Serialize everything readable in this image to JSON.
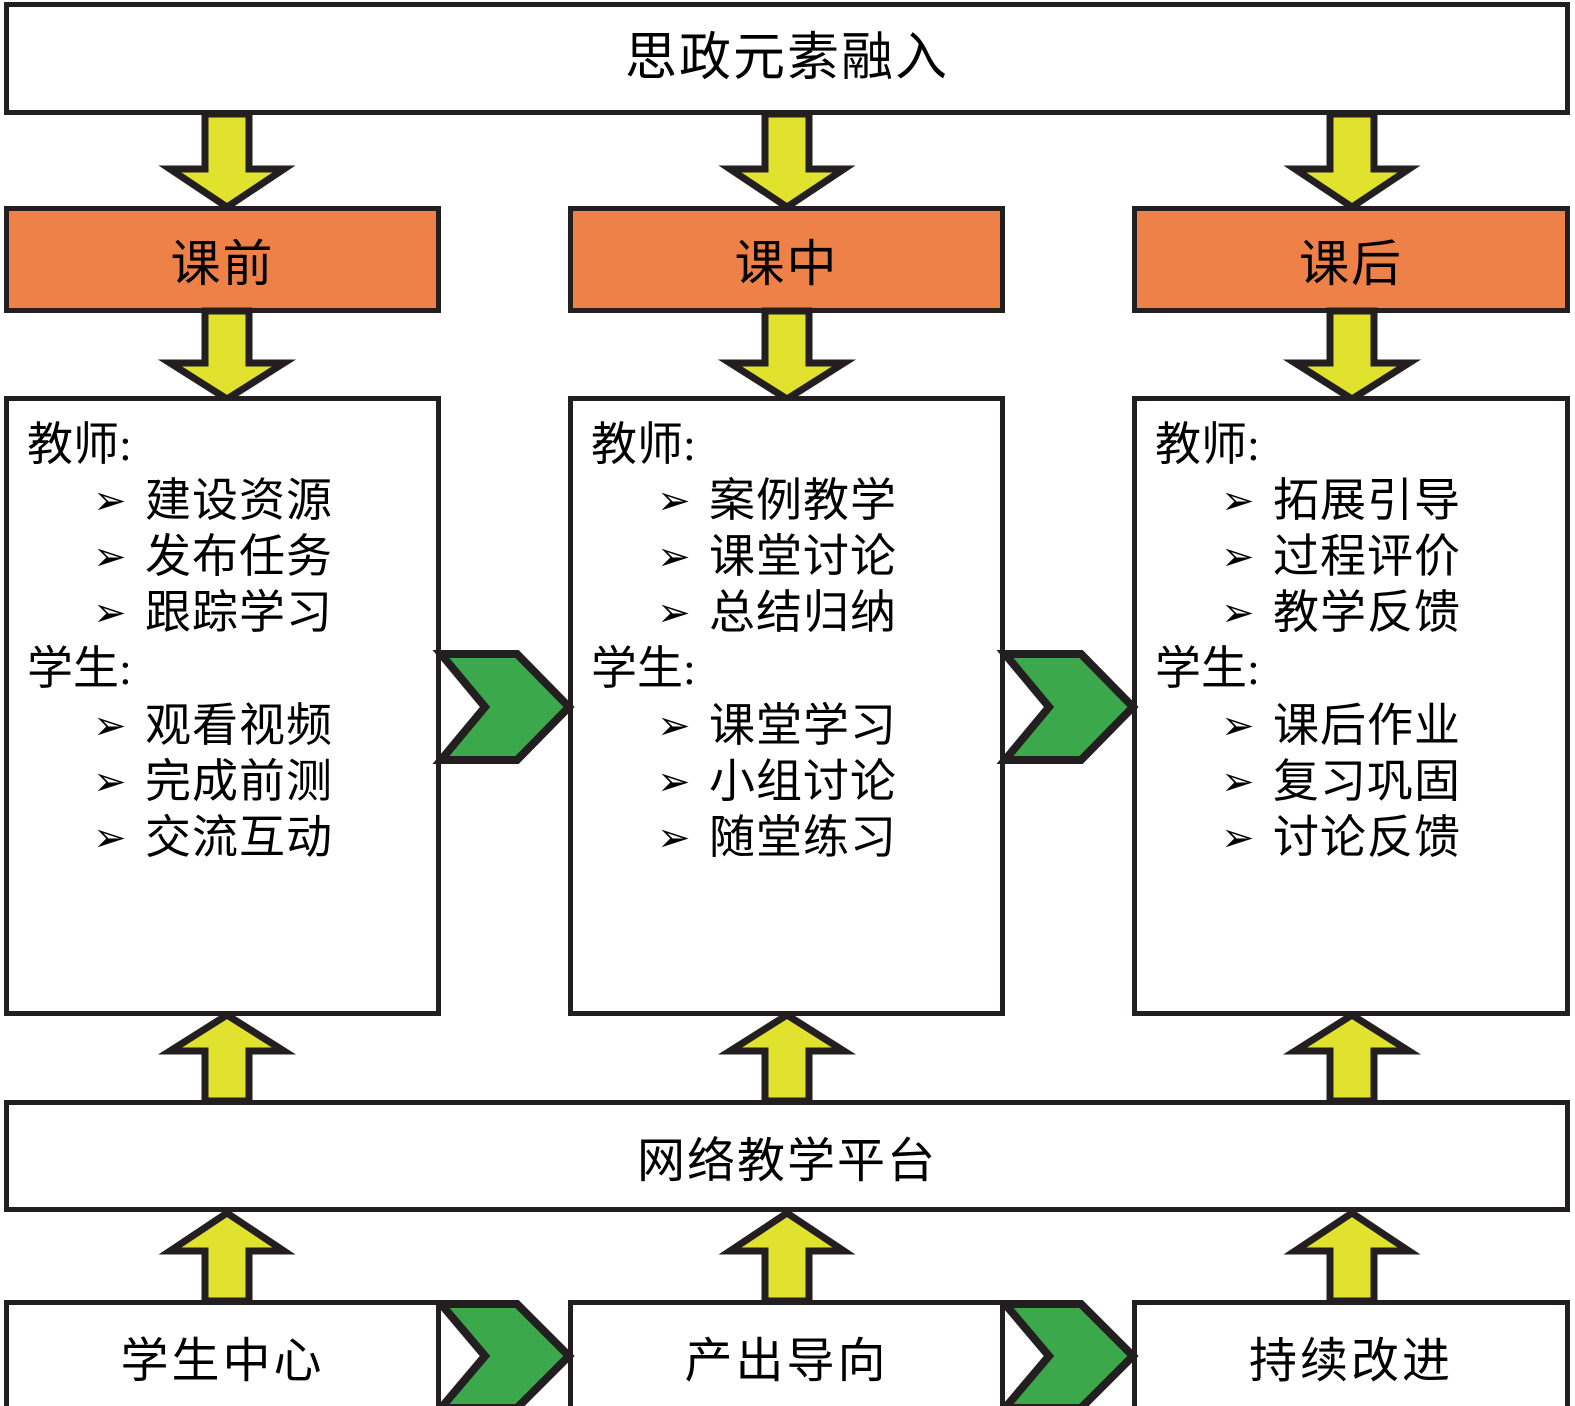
{
  "diagram": {
    "top_banner": {
      "label": "思政元素融入"
    },
    "stages": [
      {
        "name": "stage-pre-class",
        "label": "课前"
      },
      {
        "name": "stage-in-class",
        "label": "课中"
      },
      {
        "name": "stage-post-class",
        "label": "课后"
      }
    ],
    "columns": [
      {
        "name": "column-pre-class",
        "groups": [
          {
            "role": "教师:",
            "items": [
              "建设资源",
              "发布任务",
              "跟踪学习"
            ]
          },
          {
            "role": "学生:",
            "items": [
              "观看视频",
              "完成前测",
              "交流互动"
            ]
          }
        ]
      },
      {
        "name": "column-in-class",
        "groups": [
          {
            "role": "教师:",
            "items": [
              "案例教学",
              "课堂讨论",
              "总结归纳"
            ]
          },
          {
            "role": "学生:",
            "items": [
              "课堂学习",
              "小组讨论",
              "随堂练习"
            ]
          }
        ]
      },
      {
        "name": "column-post-class",
        "groups": [
          {
            "role": "教师:",
            "items": [
              "拓展引导",
              "过程评价",
              "教学反馈"
            ]
          },
          {
            "role": "学生:",
            "items": [
              "课后作业",
              "复习巩固",
              "讨论反馈"
            ]
          }
        ]
      }
    ],
    "platform": {
      "label": "网络教学平台"
    },
    "principles": [
      {
        "name": "principle-student-center",
        "label": "学生中心"
      },
      {
        "name": "principle-outcome-oriented",
        "label": "产出导向"
      },
      {
        "name": "principle-continuous-improvement",
        "label": "持续改进"
      }
    ],
    "bullet_glyph": "➢",
    "connectors": {
      "down_arrows_from_banner": 3,
      "down_arrows_to_columns": 3,
      "up_arrows_to_columns": 3,
      "up_arrows_to_platform": 3,
      "green_chevrons_between_columns": 2,
      "green_chevrons_between_principles": 2
    },
    "colors": {
      "stage_fill": "#EE8147",
      "arrow_fill": "#E0E22E",
      "chevron_fill": "#3BA84B",
      "stroke": "#231F20",
      "box_fill": "#FFFFFF"
    }
  }
}
